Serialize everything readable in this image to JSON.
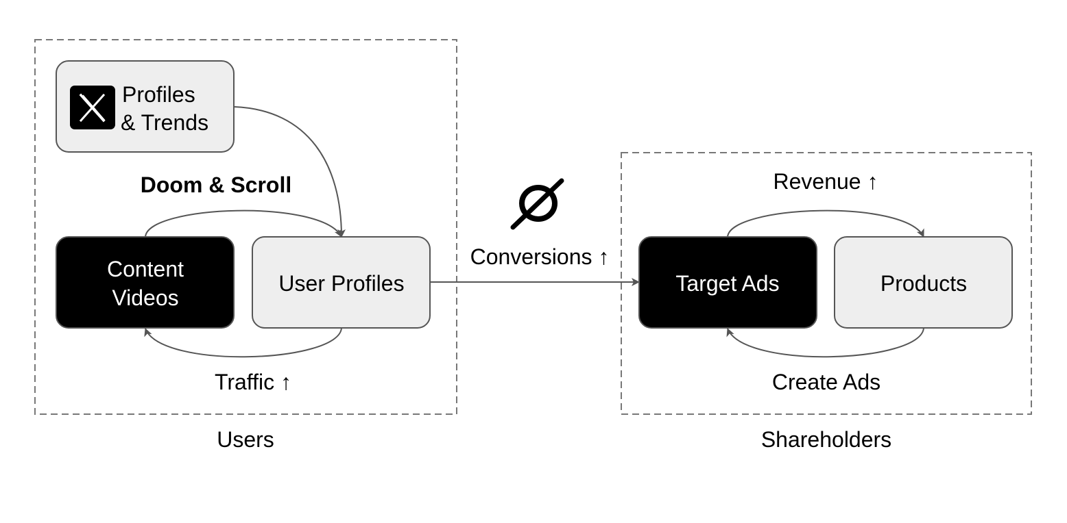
{
  "groups": {
    "users": {
      "caption": "Users"
    },
    "shareholders": {
      "caption": "Shareholders"
    }
  },
  "nodes": {
    "profiles_trends": {
      "line1": "Profiles",
      "line2": "& Trends",
      "icon": "x-logo-icon"
    },
    "content_videos": {
      "line1": "Content",
      "line2": "Videos"
    },
    "user_profiles": {
      "label": "User Profiles"
    },
    "target_ads": {
      "label": "Target Ads"
    },
    "products": {
      "label": "Products"
    }
  },
  "edge_labels": {
    "doom_scroll": "Doom & Scroll",
    "traffic": "Traffic ↑",
    "conversions": "Conversions ↑",
    "revenue": "Revenue ↑",
    "create_ads": "Create Ads"
  },
  "icons": {
    "conversion_icon": "empty-set-icon"
  },
  "colors": {
    "dark_node": "#000000",
    "light_node": "#eeeeee",
    "border": "#555555",
    "dashed": "#777777",
    "arrow": "#555555"
  }
}
